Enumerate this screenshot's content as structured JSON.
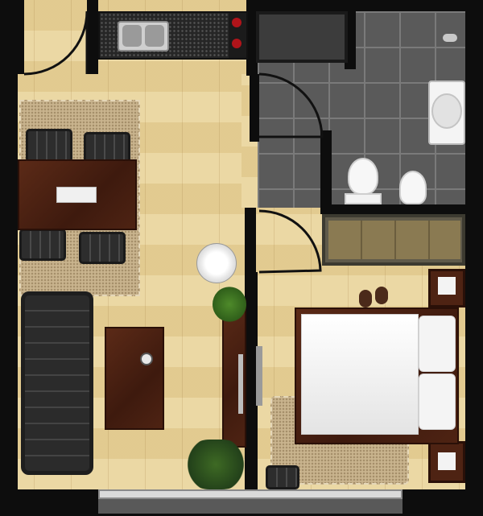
{
  "floor_plan": {
    "rooms": [
      "living-dining",
      "kitchen",
      "bathroom",
      "bedroom",
      "wardrobe",
      "balcony"
    ],
    "colors": {
      "wood_floor": "#e9d49a",
      "wall": "#0d0d0d",
      "bath_tile": "#5a5a5a",
      "rug": "#c9b48e",
      "walnut": "#4e2313",
      "upholstery": "#2d2d2d",
      "linen": "#f2f2f2"
    },
    "icons": [
      "door-swing-icon",
      "sink-icon",
      "stove-icon",
      "toilet-icon",
      "shower-icon",
      "plant-icon",
      "lamp-icon",
      "slippers-icon"
    ]
  }
}
